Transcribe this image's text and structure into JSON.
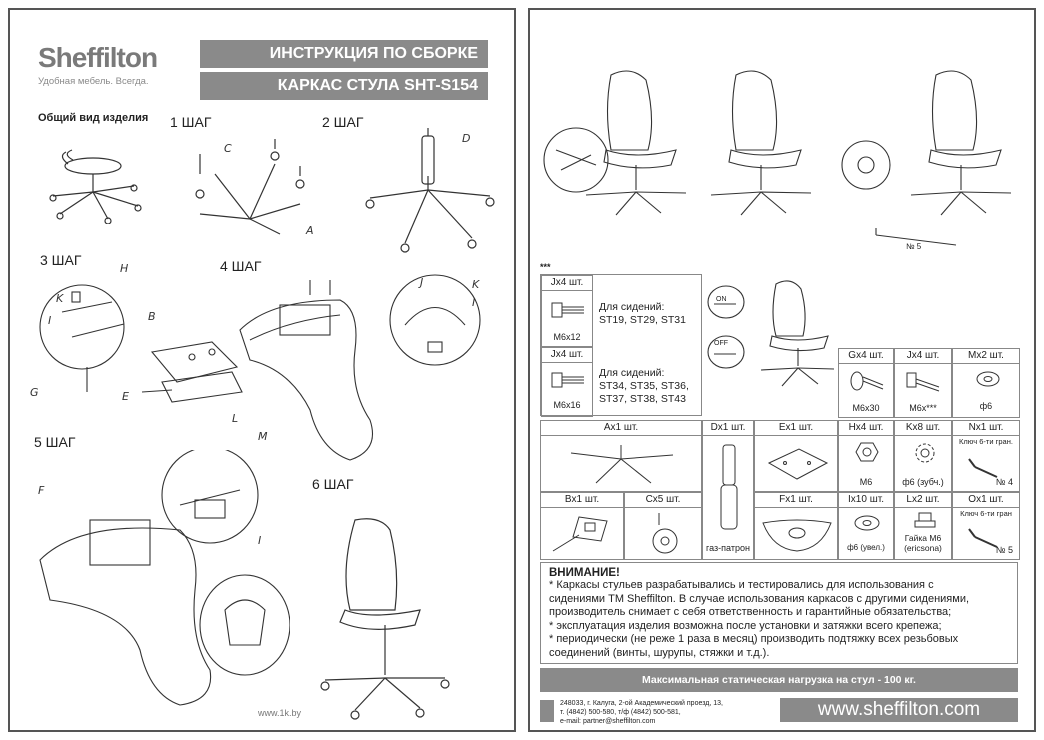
{
  "brand": {
    "name": "Sheffilton",
    "tagline": "Удобная мебель. Всегда."
  },
  "header": {
    "title_line1": "ИНСТРУКЦИЯ ПО СБОРКЕ",
    "title_line2": "КАРКАС СТУЛА SHT-S154"
  },
  "left": {
    "overview_label": "Общий вид изделия",
    "steps": [
      "1 ШАГ",
      "2 ШАГ",
      "3 ШАГ",
      "4 ШАГ",
      "5 ШАГ",
      "6 ШАГ"
    ],
    "letters": {
      "A": "A",
      "B": "B",
      "C": "C",
      "D": "D",
      "E": "E",
      "F": "F",
      "G": "G",
      "H": "H",
      "I": "I",
      "J": "J",
      "K": "K",
      "L": "L",
      "M": "M"
    }
  },
  "right": {
    "tool_no5": "№ 5",
    "stars": "***",
    "toggle_on": "ON",
    "toggle_off": "OFF",
    "seat_rows": [
      {
        "header": "Jx4 шт.",
        "size": "M6x12",
        "text_lines": [
          "Для сидений:",
          "ST19, ST29, ST31"
        ]
      },
      {
        "header": "Jx4 шт.",
        "size": "M6x16",
        "text_lines": [
          "Для сидений:",
          "ST34, ST35, ST36,",
          "ST37, ST38, ST43"
        ]
      }
    ],
    "parts_top": [
      {
        "header": "Gx4 шт.",
        "label": "M6x30"
      },
      {
        "header": "Jx4 шт.",
        "label": "M6x***"
      },
      {
        "header": "Mx2 шт.",
        "label": "ф6"
      }
    ],
    "parts_mid": [
      {
        "header": "Ax1 шт.",
        "label": ""
      },
      {
        "header": "Dx1 шт.",
        "label": "газ-патрон"
      },
      {
        "header": "Ex1 шт.",
        "label": ""
      },
      {
        "header": "Hx4 шт.",
        "label": "M6"
      },
      {
        "header": "Kx8 шт.",
        "label": "ф6 (зубч.)"
      },
      {
        "header": "Nx1 шт.",
        "label": "№ 4",
        "extra": "Ключ 6-ти гран."
      }
    ],
    "parts_bottom": [
      {
        "header": "Bx1 шт.",
        "label": ""
      },
      {
        "header": "Cx5 шт.",
        "label": ""
      },
      {
        "header": "Fx1 шт.",
        "label": ""
      },
      {
        "header": "Ix10 шт.",
        "label": "ф6 (увел.)"
      },
      {
        "header": "Lx2 шт.",
        "label": "Гайка M6 (ericsona)"
      },
      {
        "header": "Ox1 шт.",
        "label": "№ 5",
        "extra": "Ключ 6-ти гран"
      }
    ],
    "warning": {
      "title": "ВНИМАНИЕ!",
      "items": [
        "* Каркасы стульев разрабатывались и тестировались для использования с",
        "  сидениями ТМ Sheffilton. В случае использования каркасов с другими сидениями,",
        "  производитель снимает с себя ответственность и гарантийные обязательства;",
        "* эксплуатация изделия возможна после установки и затяжки всего крепежа;",
        "* периодически (не реже 1 раза в месяц) производить подтяжку всех резьбовых",
        "  соединений (винты, шурупы, стяжки и т.д.)."
      ]
    },
    "max_load": "Максимальная статическая нагрузка на стул - 100 кг.",
    "address_lines": [
      "248033, г. Калуга, 2-ой Академический проезд, 13,",
      "т. (4842) 500-580, т/ф (4842) 500-581,",
      "e-mail: partner@sheffilton.com"
    ],
    "website": "www.sheffilton.com",
    "watermark": "www.1k.by"
  }
}
